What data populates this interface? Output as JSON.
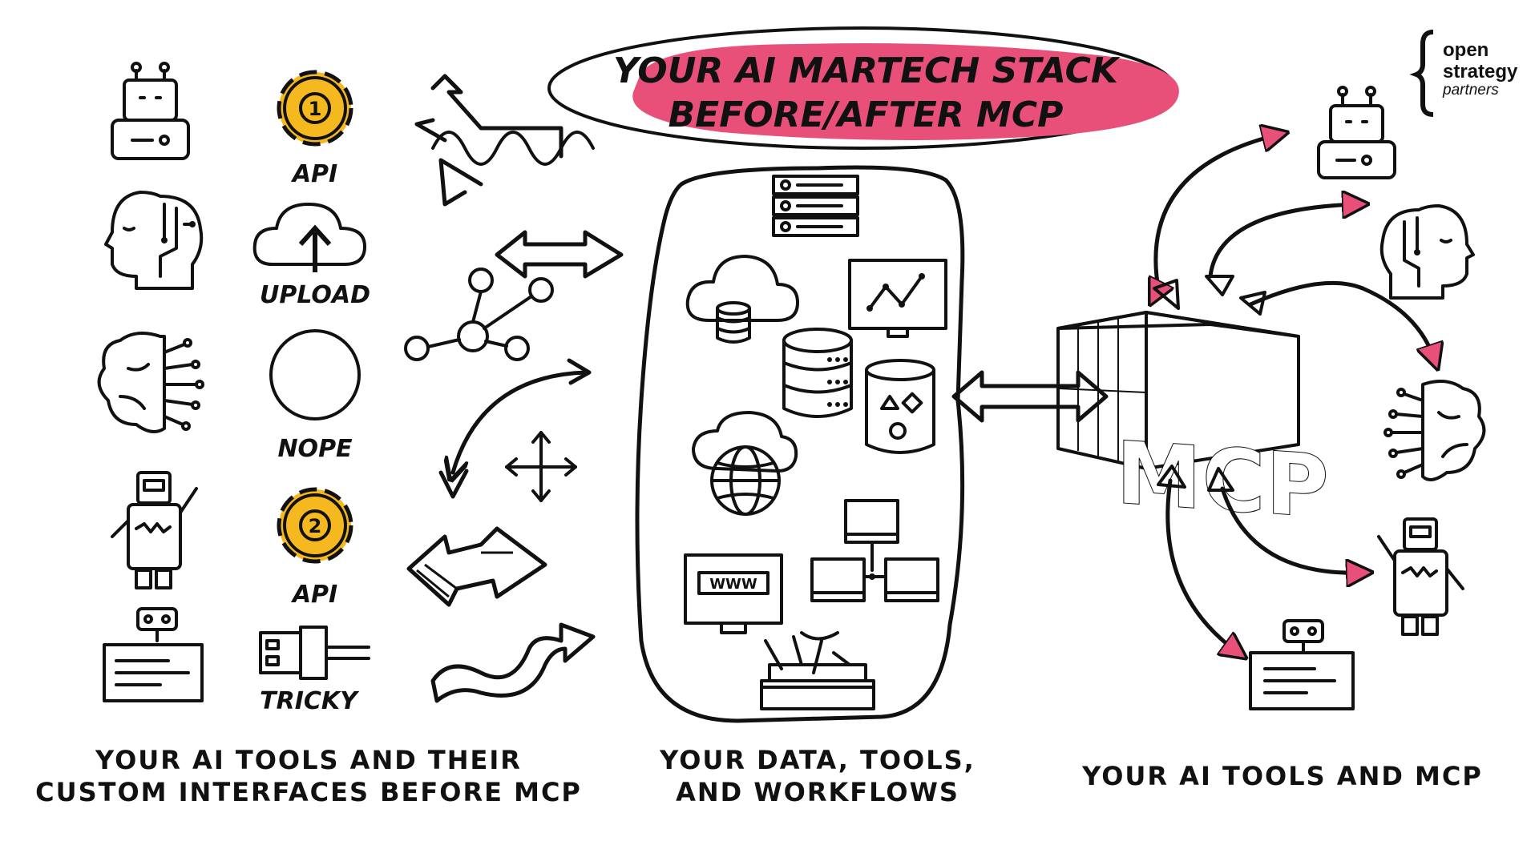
{
  "title": {
    "line1": "YOUR AI MARTECH STACK",
    "line2": "BEFORE/AFTER MCP"
  },
  "brand": {
    "line1": "open",
    "line2": "strategy",
    "line3": "partners"
  },
  "left_labels": [
    "API",
    "UPLOAD",
    "NOPE",
    "API",
    "TRICKY"
  ],
  "gear_numbers": [
    "1",
    "2"
  ],
  "screen_text": "WWW",
  "container_text": "MCP",
  "captions": {
    "left": {
      "line1": "YOUR AI TOOLS AND THEIR",
      "line2": "CUSTOM INTERFACES BEFORE MCP"
    },
    "middle": {
      "line1": "YOUR DATA, TOOLS,",
      "line2": "AND WORKFLOWS"
    },
    "right": {
      "line1": "YOUR AI TOOLS AND MCP"
    }
  },
  "colors": {
    "accent_pink": "#e8507a",
    "container_pink": "#e05c80",
    "blob_green": "#dcebc6",
    "icon_green": "#8cc25a",
    "gear_yellow": "#f5b81f",
    "robot_blue": "#8ec8ee",
    "nope_red": "#e1245a"
  }
}
